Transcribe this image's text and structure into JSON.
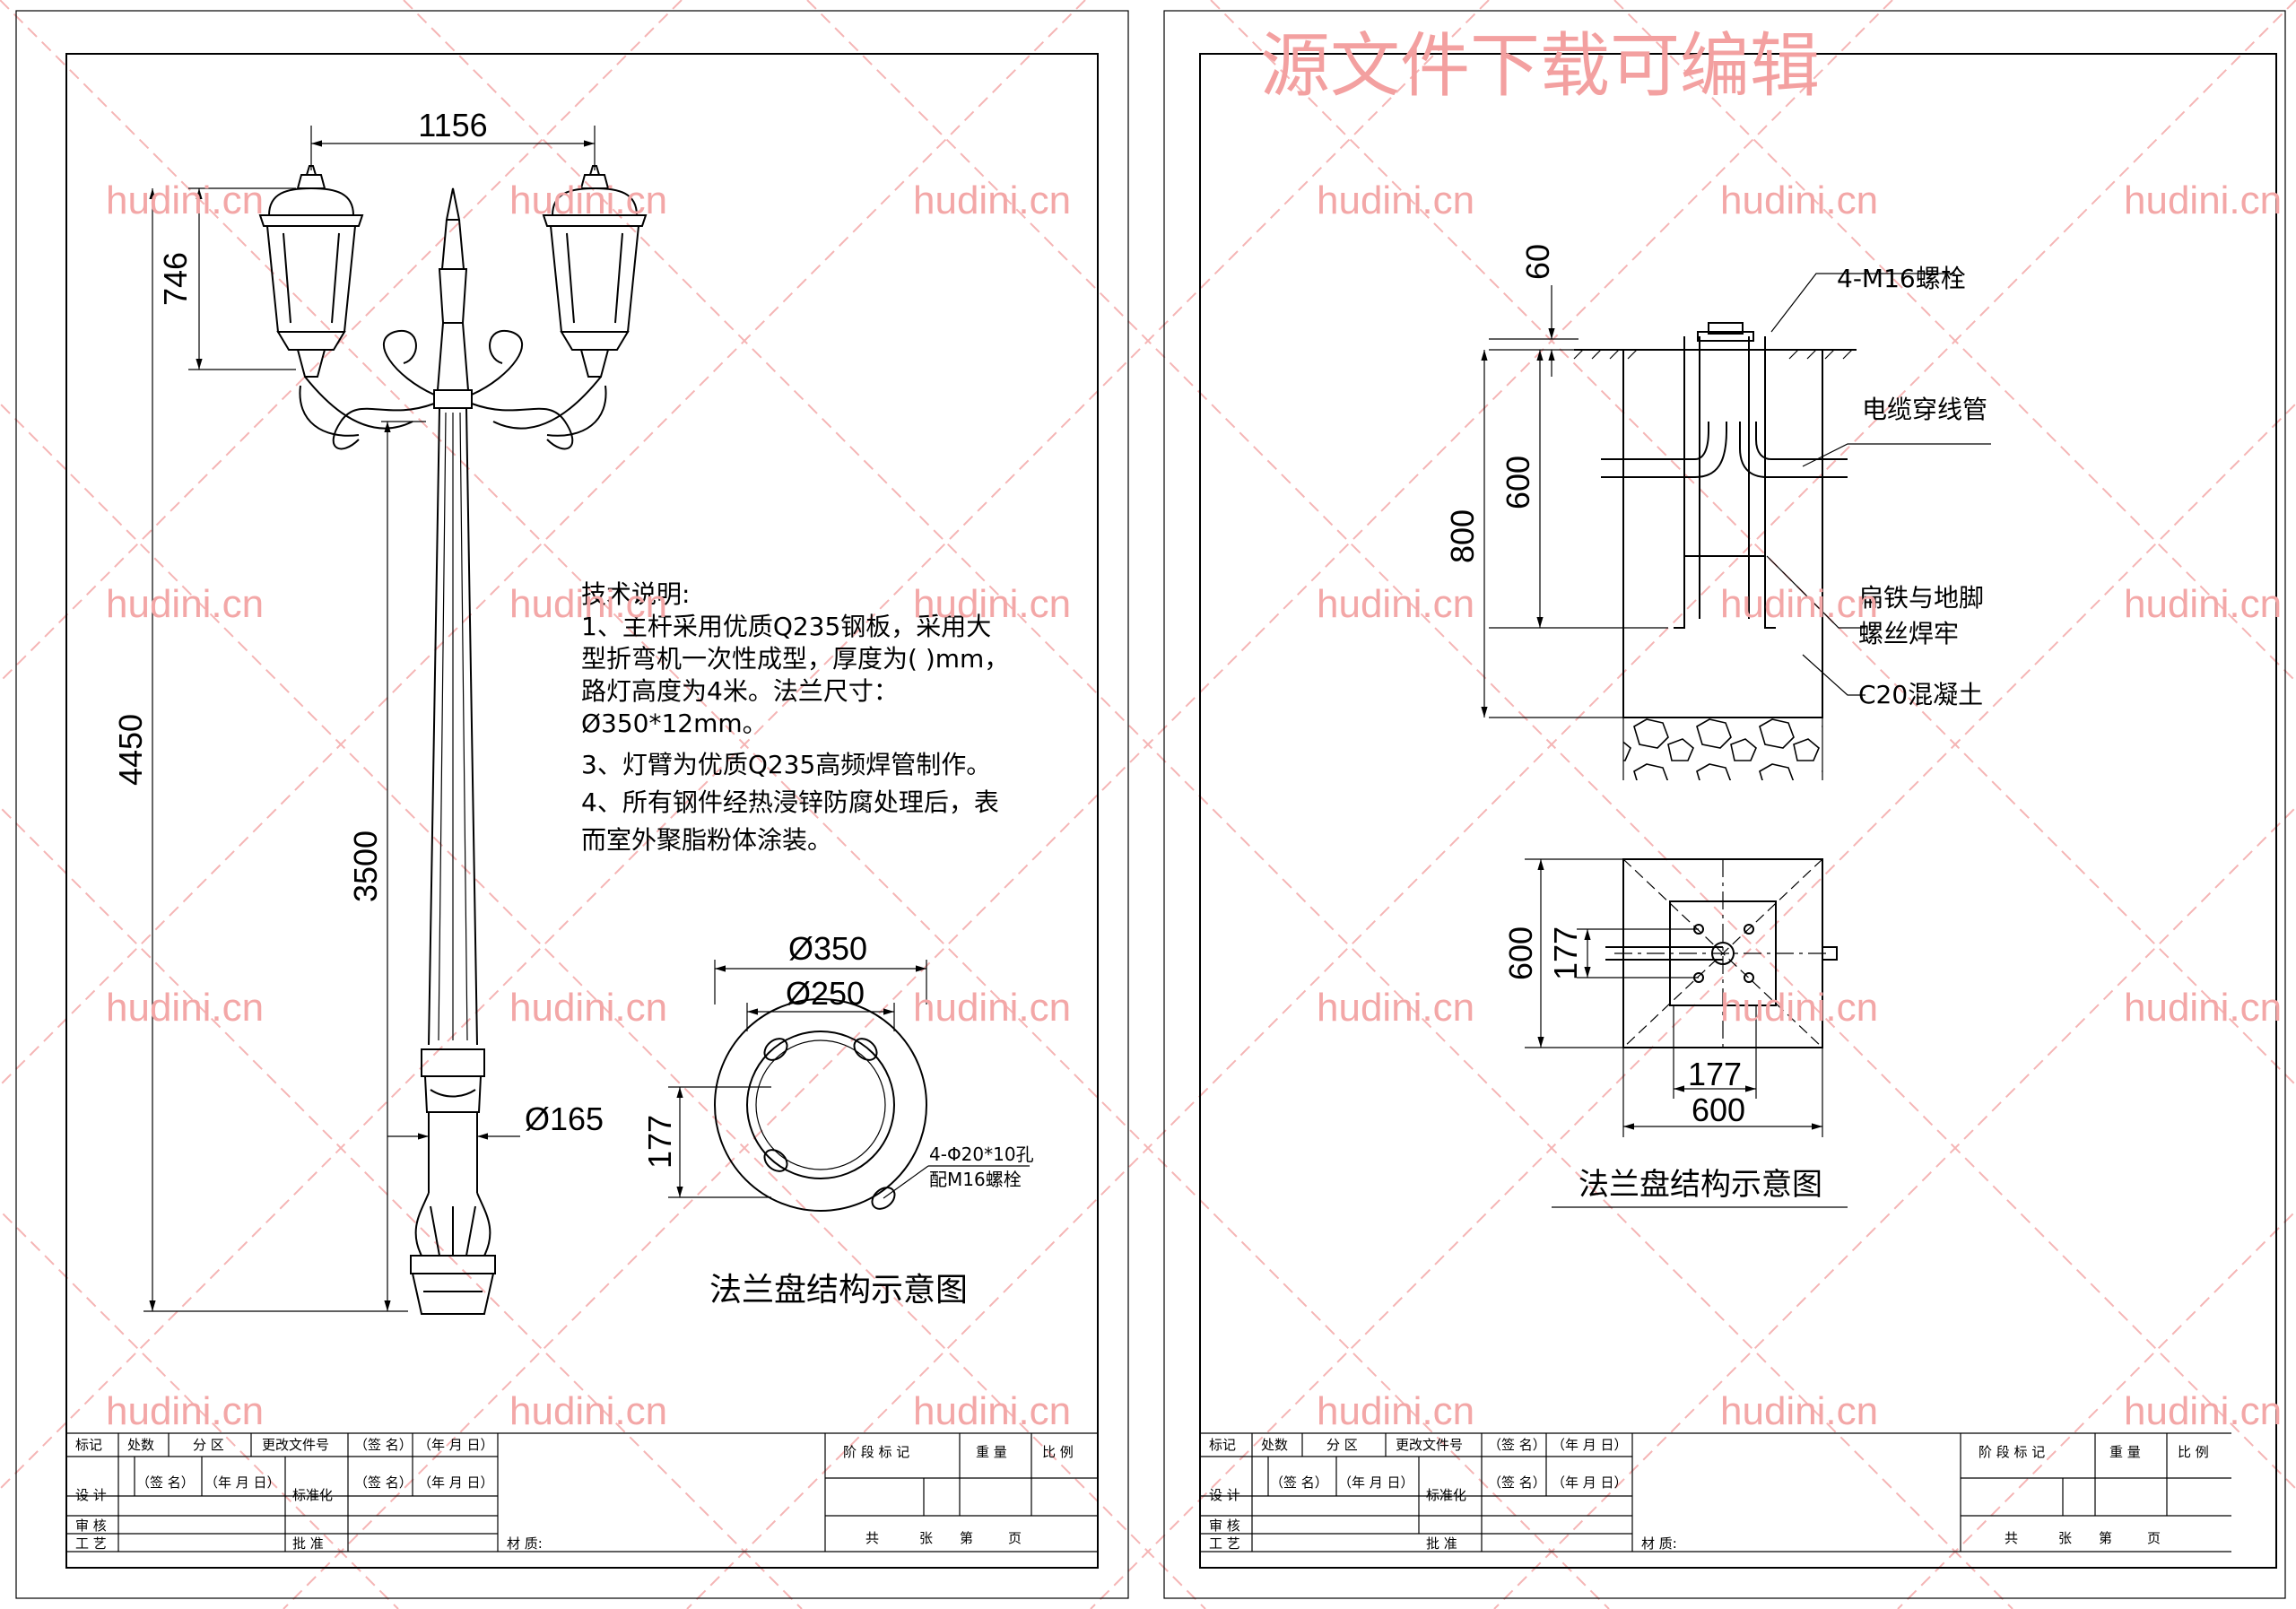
{
  "watermark": {
    "title": "源文件下载可编辑",
    "site": "hudini.cn"
  },
  "left_sheet": {
    "dims": {
      "arm_span": "1156",
      "lantern_height": "746",
      "total_height": "4450",
      "lower_pole_height": "3500",
      "pole_diameter": "Ø165"
    },
    "notes_title": "技术说明:",
    "notes": [
      "1、主杆采用优质Q235钢板，采用大",
      "型折弯机一次性成型，厚度为(   )mm，",
      "路灯高度为4米。法兰尺寸：",
      "Ø350*12mm。",
      "3、灯臂为优质Q235高频焊管制作。",
      "4、所有钢件经热浸锌防腐处理后，表",
      "而室外聚脂粉体涂装。"
    ],
    "flange": {
      "outer": "Ø350",
      "bolt_circle": "Ø250",
      "spacing": "177",
      "holes_line1": "4-Φ20*10孔",
      "holes_line2": "配M16螺栓",
      "caption": "法兰盘结构示意图"
    }
  },
  "right_sheet": {
    "dims": {
      "protrusion": "60",
      "embed_depth": "600",
      "foundation_depth": "800",
      "plan_side": "600",
      "plan_bolt_v": "177",
      "plan_bolt_h": "177",
      "plan_width": "600"
    },
    "callouts": {
      "bolts": "4-M16螺栓",
      "conduit": "电缆穿线管",
      "weld_line1": "扁铁与地脚",
      "weld_line2": "螺丝焊牢",
      "concrete": "C20混凝土"
    },
    "caption": "法兰盘结构示意图"
  },
  "title_block": {
    "r1": [
      "标记",
      "处数",
      "分 区",
      "更改文件号",
      "（签 名）",
      "（年 月 日）"
    ],
    "r2": [
      "设 计",
      "（签 名）",
      "（年 月 日）",
      "标准化",
      "（签 名）",
      "（年 月 日）"
    ],
    "r3": [
      "审 核"
    ],
    "r4": [
      "工 艺",
      "批 准",
      "材 质:"
    ],
    "right_head": [
      "阶 段 标 记",
      "重 量",
      "比 例"
    ],
    "right_foot": [
      "共",
      "张",
      "第",
      "页"
    ]
  }
}
